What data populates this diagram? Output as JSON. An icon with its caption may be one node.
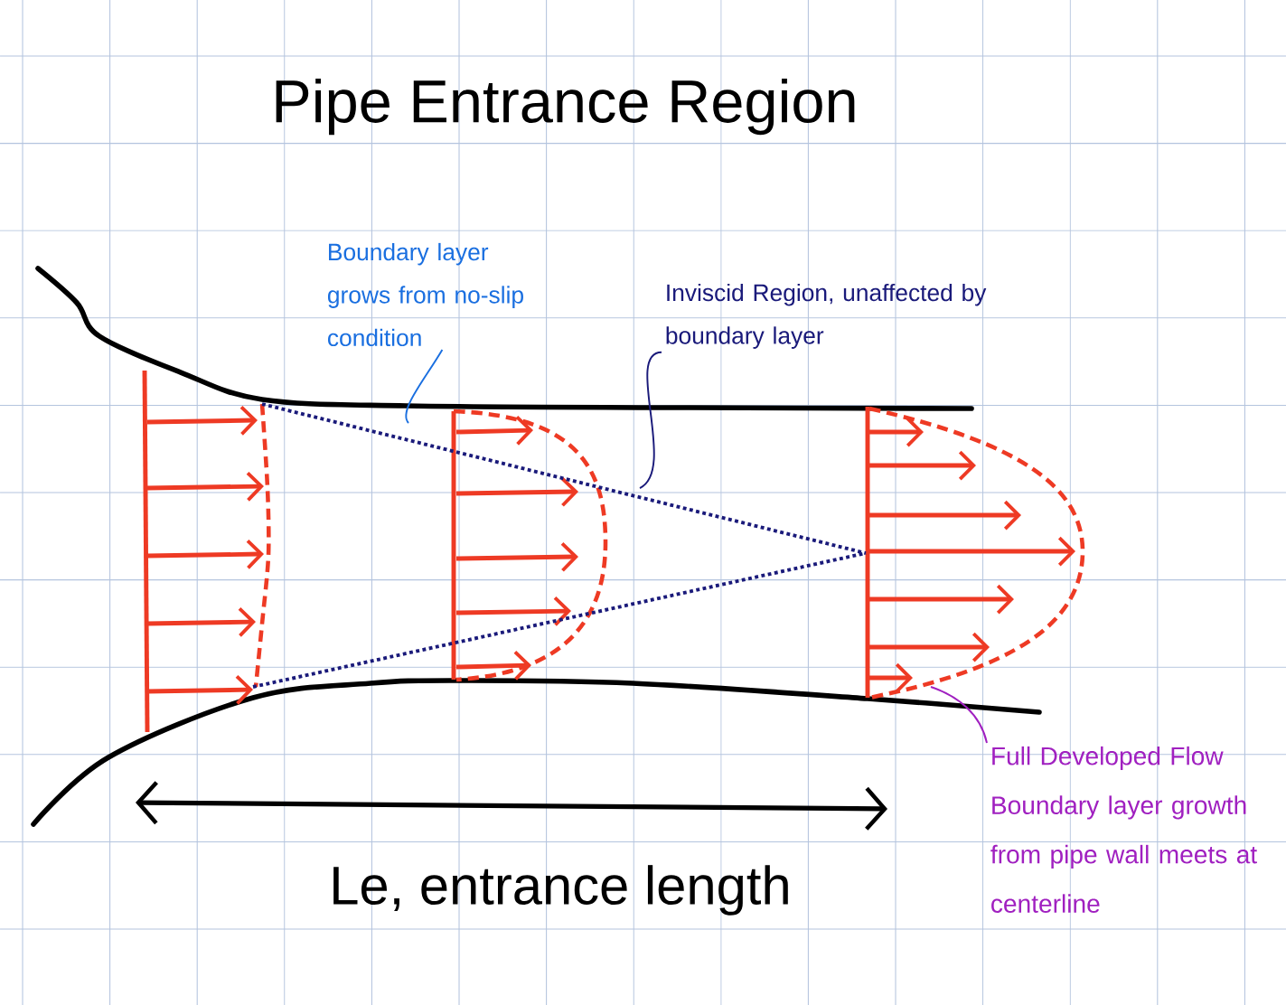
{
  "diagram": {
    "title": "Pipe Entrance Region",
    "nodes": [
      {
        "text": [
          "Boundary layer grows from no-slip condition"
        ]
      },
      {
        "text": [
          "Inviscid Region, unaffected by boundary layer"
        ]
      },
      {
        "text": [
          "Full Developed Flow",
          "Boundary layer growth from pipe wall meets at centerline"
        ]
      }
    ],
    "edges": [
      {
        "from": 0,
        "to": null,
        "arrow": "none",
        "color": "#1a6fe0"
      },
      {
        "from": 1,
        "to": null,
        "arrow": "none",
        "color": "#1a1a7a"
      },
      {
        "from": 2,
        "to": null,
        "arrow": "none",
        "color": "#a020c0"
      }
    ],
    "labels": [
      "Le, entrance length"
    ]
  }
}
